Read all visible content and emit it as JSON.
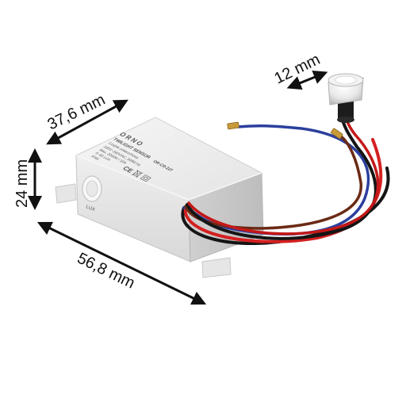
{
  "dimensions": {
    "depth": "37,6 mm",
    "height": "24 mm",
    "length": "56,8 mm",
    "sensor_diameter": "12 mm"
  },
  "device_label": {
    "brand": "ORNO",
    "product": "TWILIGHT SENSOR",
    "subtitle": "Czujnik zmierzchowy",
    "spec1": "220V~240V/AC, 50/60 Hz",
    "spec2": "Max. 2000W / 10A",
    "spec3": "5~50 LUX",
    "spec4": "IP44",
    "model": "OR-CR-227",
    "adjust_label": "LUX"
  },
  "colors": {
    "arrow": "#111111",
    "housing": "#e9e9e9",
    "wire_blue": "#2b3f9e",
    "wire_red": "#d42020",
    "wire_black": "#151515",
    "wire_brown": "#6b2a14"
  }
}
